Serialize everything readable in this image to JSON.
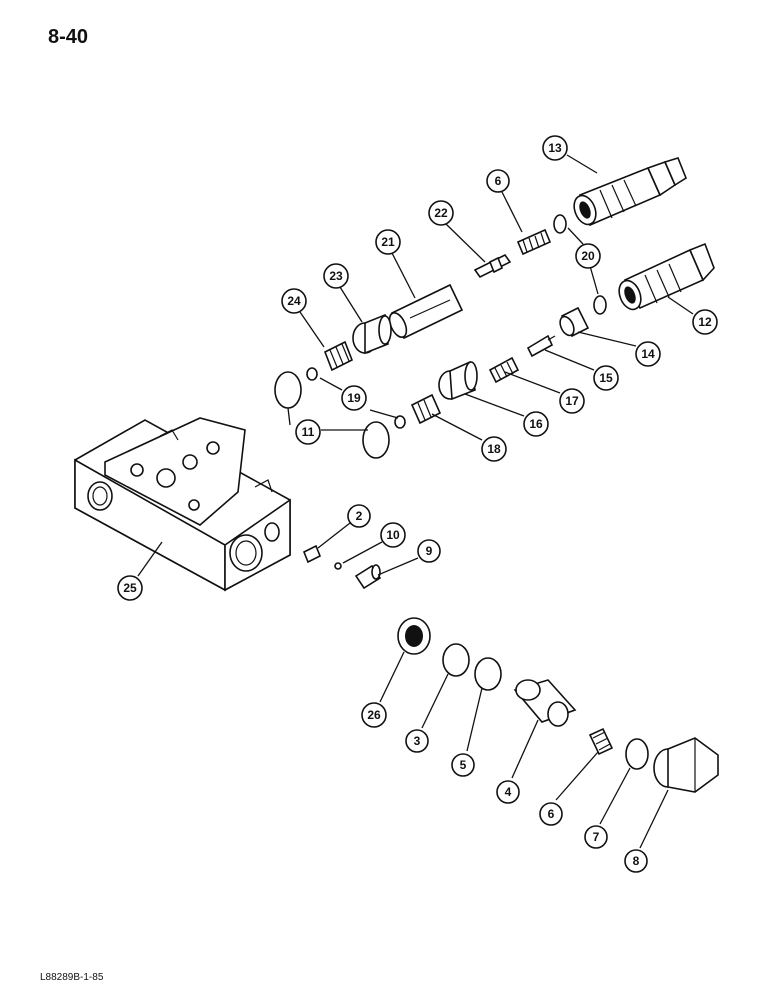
{
  "page": {
    "number": "8-40",
    "ref_code": "L88289B-1-85"
  },
  "callouts": {
    "c13": "13",
    "c6a": "6",
    "c22": "22",
    "c21": "21",
    "c20": "20",
    "c23": "23",
    "c24": "24",
    "c12": "12",
    "c14": "14",
    "c15": "15",
    "c19": "19",
    "c17": "17",
    "c16": "16",
    "c11": "11",
    "c18": "18",
    "c2": "2",
    "c10": "10",
    "c9": "9",
    "c25": "25",
    "c26": "26",
    "c3": "3",
    "c5": "5",
    "c4": "4",
    "c6b": "6",
    "c7": "7",
    "c8": "8"
  },
  "colors": {
    "ink": "#111111",
    "paper": "#ffffff"
  }
}
